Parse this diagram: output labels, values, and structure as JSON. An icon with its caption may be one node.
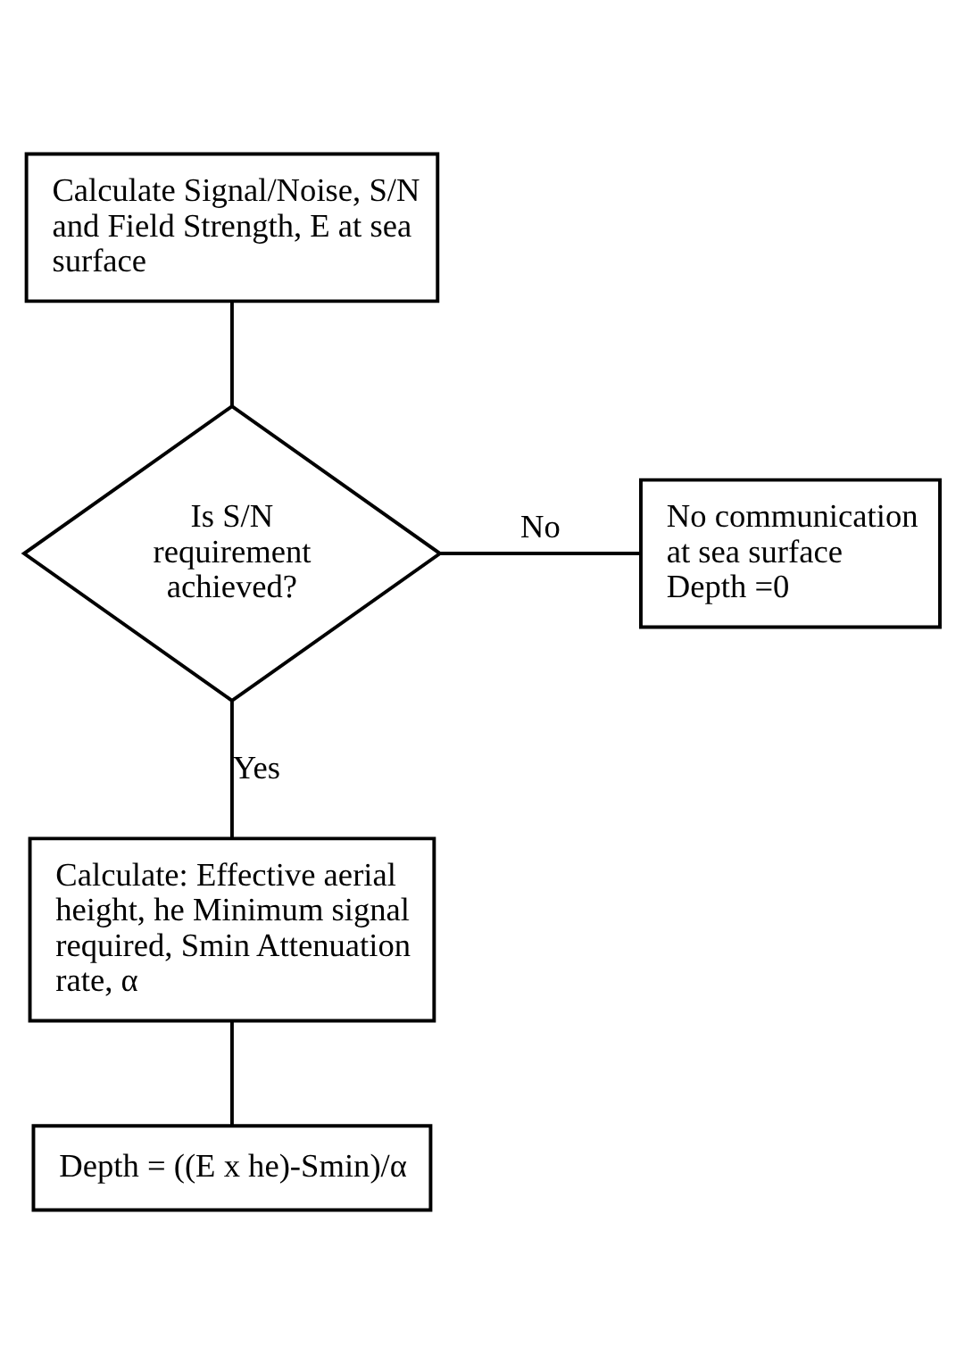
{
  "diagram": {
    "nodes": [
      {
        "text": [
          "Calculate Signal/Noise, S/N and Field Strength, E at sea surface"
        ]
      },
      {
        "text": [
          "Is S/N requirement achieved?"
        ]
      },
      {
        "text": [
          "No communication at sea surface Depth =0"
        ]
      },
      {
        "text": [
          "Calculate: Effective aerial height, he Minimum signal required, Smin Attenuation rate, α"
        ]
      },
      {
        "text": [
          "Depth = ((E x he)-Smin)/α"
        ]
      }
    ],
    "edges": [
      {
        "from": 0,
        "to": 1,
        "arrow": "none"
      },
      {
        "from": 1,
        "to": 2,
        "arrow": "none",
        "label": "No"
      },
      {
        "from": 1,
        "to": 3,
        "arrow": "none",
        "label": "Yes"
      },
      {
        "from": 3,
        "to": 4,
        "arrow": "none"
      }
    ]
  }
}
